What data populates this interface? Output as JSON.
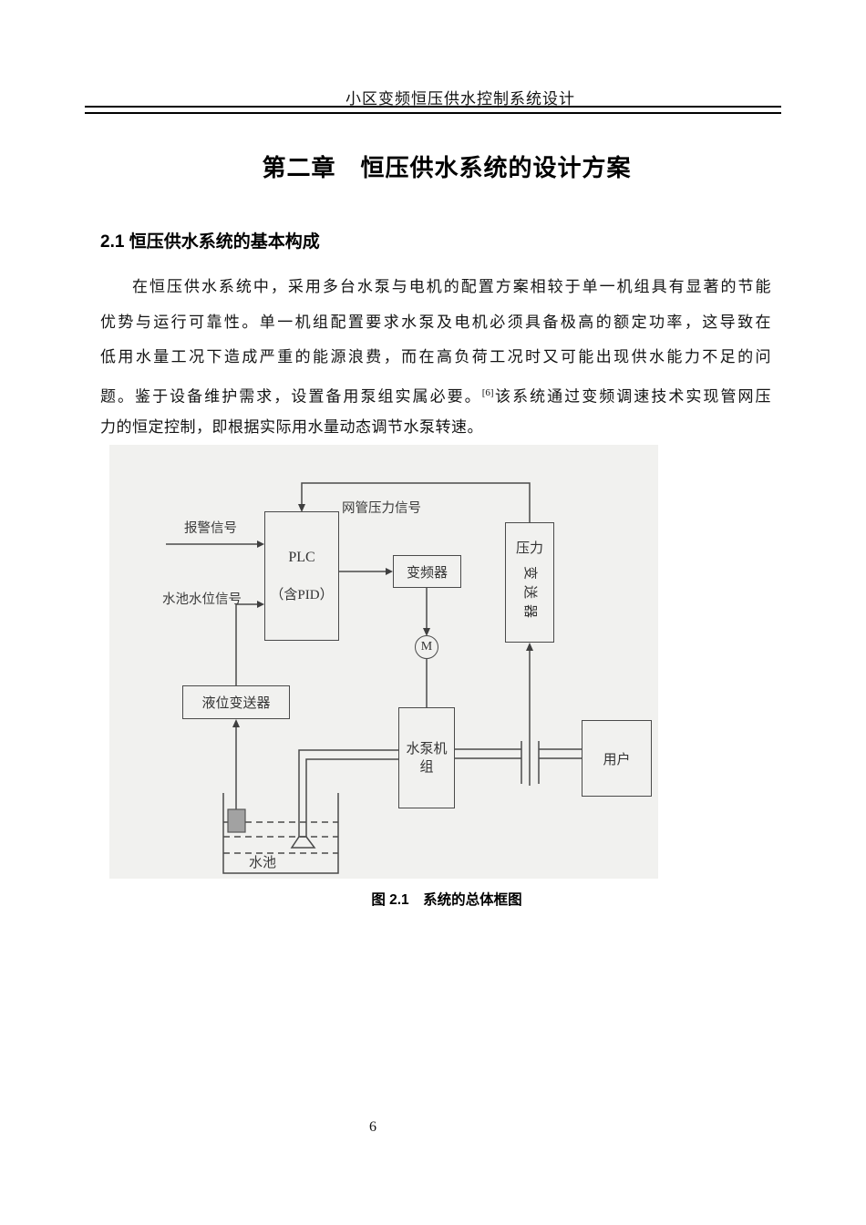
{
  "page": {
    "header": "小区变频恒压供水控制系统设计",
    "chapter_title": "第二章　恒压供水系统的设计方案",
    "section_heading": "2.1 恒压供水系统的基本构成",
    "page_number": "6"
  },
  "paragraph": {
    "line1": "在恒压供水系统中，采用多台水泵与电机的配置方案相较于单一机组具有显著的节能",
    "line2": "优势与运行可靠性。单一机组配置要求水泵及电机必须具备极高的额定功率，这导致在",
    "line3": "低用水量工况下造成严重的能源浪费，而在高负荷工况时又可能出现供水能力不足的问",
    "line4_pre": "题。鉴于设备维护需求，设置备用泵组实属必要。",
    "line4_sup": "[6]",
    "line4_post": "该系统通过变频调速技术实现管网压",
    "line5": "力的恒定控制，即根据实际用水量动态调节水泵转速。"
  },
  "figure": {
    "caption": "图 2.1　系统的总体框图",
    "labels": {
      "alarm_signal": "报警信号",
      "water_level_signal": "水池水位信号",
      "pipe_pressure_signal": "网管压力信号",
      "pool": "水池"
    },
    "blocks": {
      "plc_line1": "PLC",
      "plc_line2": "（含PID）",
      "inverter": "变频器",
      "motor": "M",
      "pressure_transmitter_top": "压力",
      "pressure_transmitter_vchars": [
        "变",
        "送",
        "器"
      ],
      "level_transmitter": "液位变送器",
      "pump_line1": "水泵机",
      "pump_line2": "组",
      "user": "用户"
    }
  }
}
